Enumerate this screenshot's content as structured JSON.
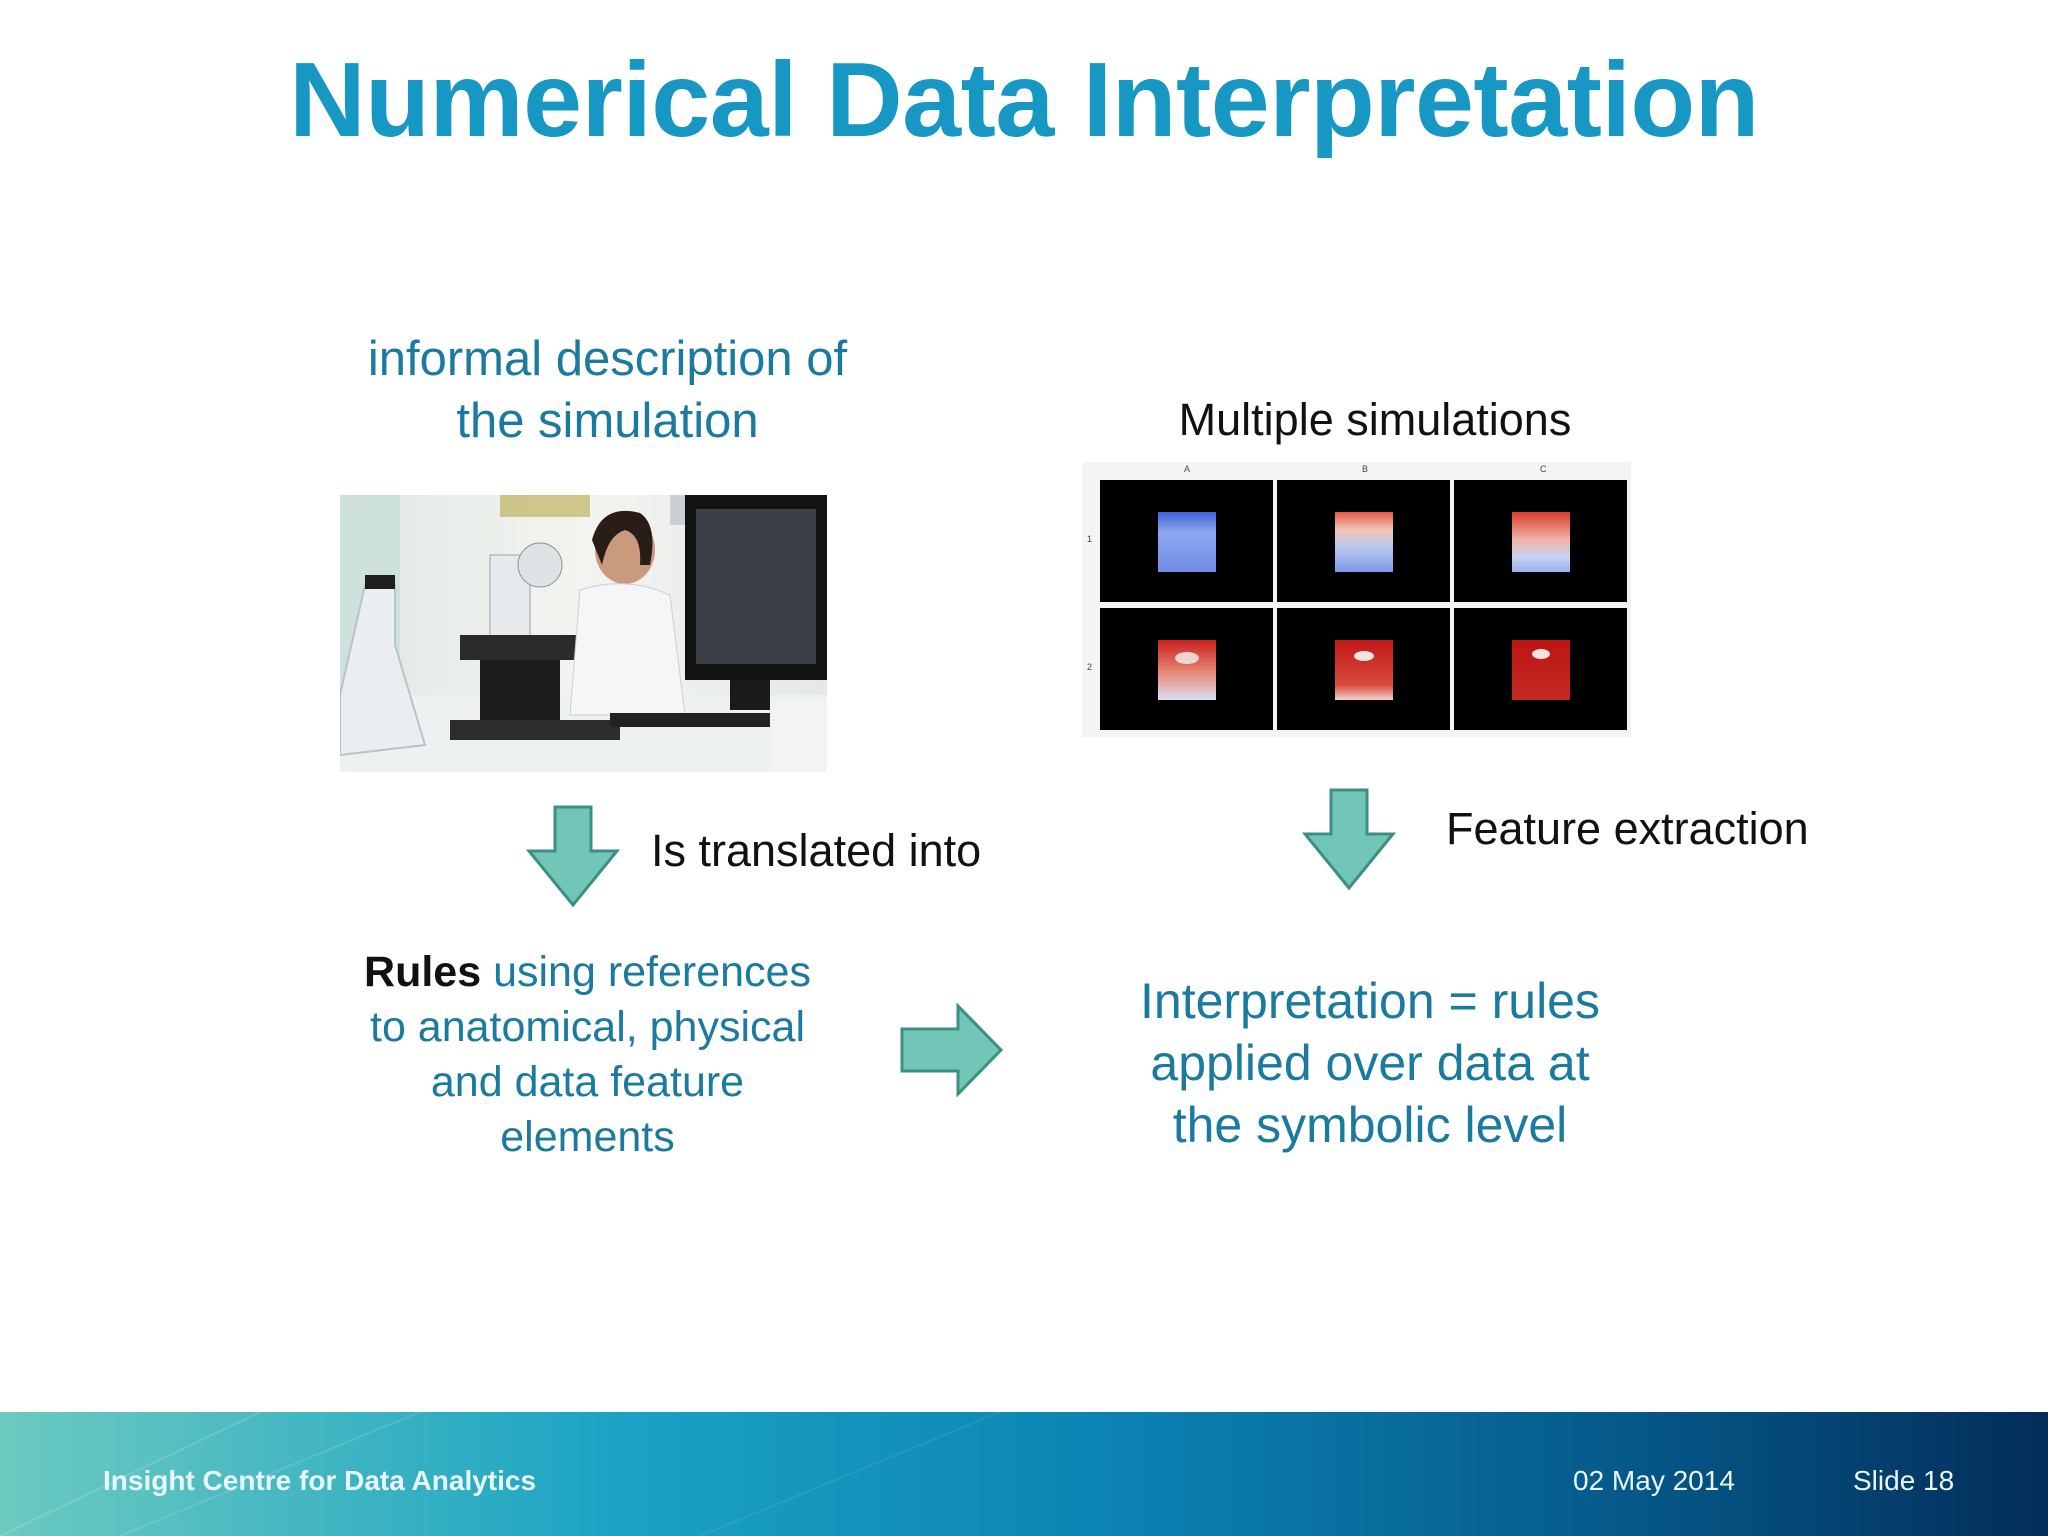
{
  "title": "Numerical Data Interpretation",
  "left": {
    "description_line1": "informal description of",
    "description_line2": "the simulation",
    "arrow_label": "Is translated into",
    "rules_bold": "Rules",
    "rules_line1_rest": " using references",
    "rules_line2": "to anatomical, physical",
    "rules_line3": "and data feature",
    "rules_line4": "elements"
  },
  "right": {
    "simulations_label": "Multiple simulations",
    "grid_columns": [
      "A",
      "B",
      "C"
    ],
    "grid_rows": [
      "1",
      "2"
    ],
    "arrow_label": "Feature extraction",
    "interpretation_line1": "Interpretation = rules",
    "interpretation_line2": "applied over data at",
    "interpretation_line3": "the symbolic level"
  },
  "footer": {
    "organization": "Insight Centre for Data Analytics",
    "date": "02 May 2014",
    "slide": "Slide 18"
  },
  "colors": {
    "title": "#1797c4",
    "body_text": "#1a7aa0",
    "arrow_fill": "#72c6b8",
    "arrow_stroke": "#3e8f83"
  }
}
